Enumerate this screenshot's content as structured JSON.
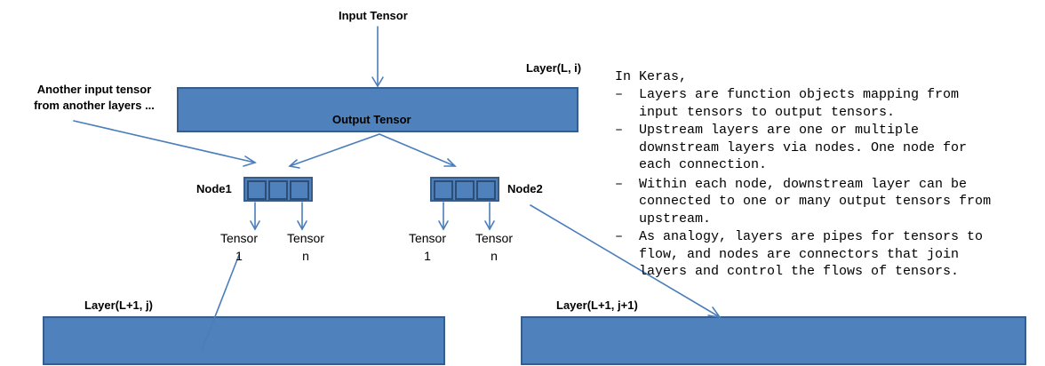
{
  "labels": {
    "input_tensor": "Input Tensor",
    "layer_l_i": "Layer(L, i)",
    "another_input_line1": "Another input tensor",
    "another_input_line2": "from another layers ...",
    "output_tensor": "Output Tensor",
    "node1": "Node1",
    "node2": "Node2",
    "layer_next_j": "Layer(L+1, j)",
    "layer_next_j1": "Layer(L+1, j+1)"
  },
  "tensors": [
    {
      "name": "Tensor",
      "index": "1"
    },
    {
      "name": "Tensor",
      "index": "n"
    },
    {
      "name": "Tensor",
      "index": "1"
    },
    {
      "name": "Tensor",
      "index": "n"
    }
  ],
  "notes": {
    "heading": "In Keras,",
    "bullets": [
      [
        "Layers are function objects mapping from",
        "input tensors to output tensors."
      ],
      [
        "Upstream layers are one or multiple",
        "downstream layers via nodes. One node for",
        "each connection."
      ],
      [
        "Within each node, downstream layer can be",
        "connected to one or many output tensors from",
        "upstream."
      ],
      [
        "As analogy, layers are pipes for tensors to",
        "flow, and nodes are connectors that join",
        "layers and control the flows of tensors."
      ]
    ]
  },
  "colors": {
    "box_fill": "#4f81bd",
    "box_border": "#385d8a",
    "arrow": "#4a7ebb"
  }
}
